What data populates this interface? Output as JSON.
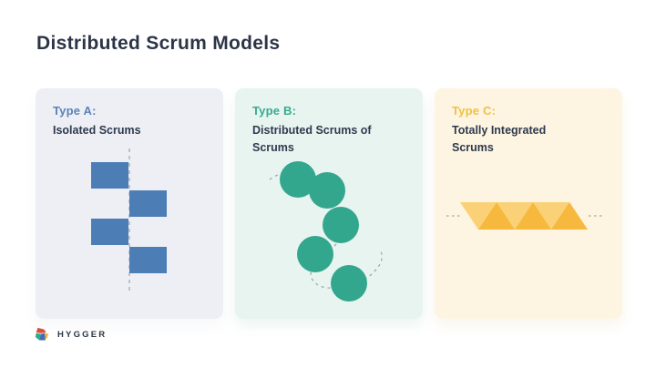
{
  "title": "Distributed Scrum Models",
  "cards": [
    {
      "id": "A",
      "label": "Type A:",
      "name": "Isolated Scrums",
      "diagram": "staggered-squares"
    },
    {
      "id": "B",
      "label": "Type B:",
      "name": "Distributed Scrums of Scrums",
      "diagram": "circle-chain"
    },
    {
      "id": "C",
      "label": "Type C:",
      "name": "Totally Integrated Scrums",
      "diagram": "triangle-strip"
    }
  ],
  "footer": {
    "brand": "HYGGER"
  },
  "icons": [
    "hygger-logo-icon"
  ],
  "colors": {
    "title_text": "#2c3547",
    "body_text": "#2e3a4d",
    "type_a_accent": "#5b82b9",
    "type_b_accent": "#36ab8f",
    "type_c_accent": "#f0c145",
    "card_a_bg": "#edeff5",
    "card_b_bg": "#e8f4f0",
    "card_c_bg": "#fdf4e1",
    "square_blue": "#4d7db5",
    "circle_green": "#33a78e",
    "triangle_dark": "#f6b83d",
    "triangle_light": "#fad176",
    "dash_gray": "#a7afbc",
    "dash_teal": "#8fb0a8",
    "dash_tan": "#bdb49e"
  }
}
